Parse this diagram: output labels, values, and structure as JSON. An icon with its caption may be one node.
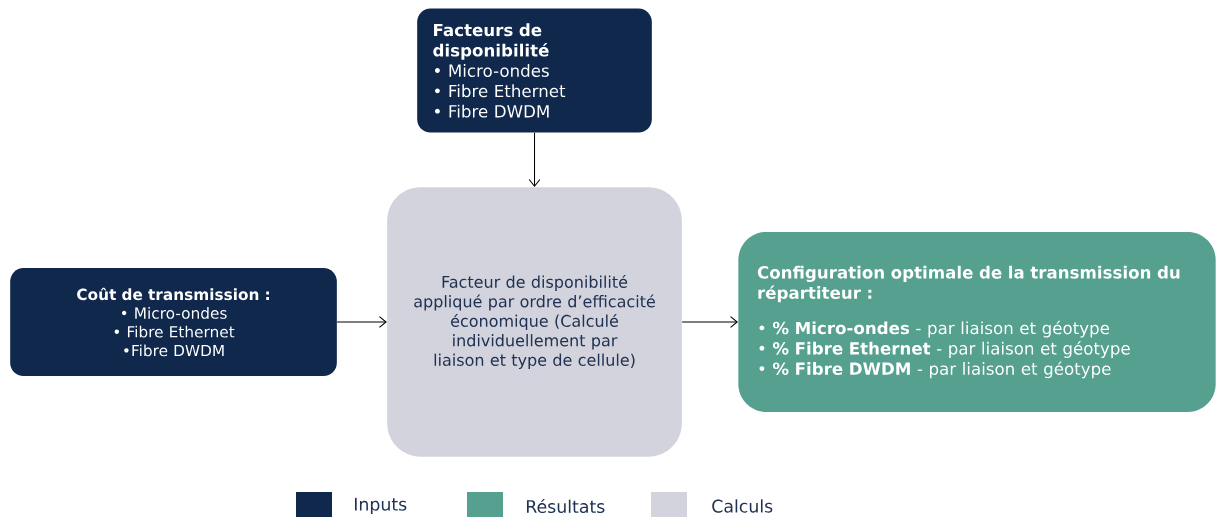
{
  "diagram": {
    "nodes": [
      {
        "text": [
          "Facteurs de disponibilité",
          "•  Micro-ondes",
          "•  Fibre Ethernet",
          "•  Fibre DWDM"
        ]
      },
      {
        "text": [
          "Coût de transmission :",
          "•  Micro-ondes",
          "•  Fibre Ethernet",
          "•Fibre DWDM"
        ]
      },
      {
        "text": [
          "Facteur de disponibilité appliqué par ordre d’efficacité économique (Calculé individuellement par liaison et type de cellule)"
        ]
      },
      {
        "text": [
          "Configuration optimale de la transmission du répartiteur :",
          "• **% Micro-ondes** - par liaison et géotype",
          "• **% Fibre Ethernet** - par liaison et géotype",
          "• **% Fibre DWDM** - par liaison et géotype"
        ]
      }
    ],
    "edges": [
      {
        "from": 0,
        "to": 2,
        "arrow": "to"
      },
      {
        "from": 1,
        "to": 2,
        "arrow": "to"
      },
      {
        "from": 2,
        "to": 3,
        "arrow": "to"
      }
    ],
    "legend": [
      {
        "text": "Inputs",
        "color": "#0f284c"
      },
      {
        "text": "Résultats",
        "color": "#55a08e"
      },
      {
        "text": "Calculs",
        "color": "#d3d3dd"
      }
    ]
  }
}
